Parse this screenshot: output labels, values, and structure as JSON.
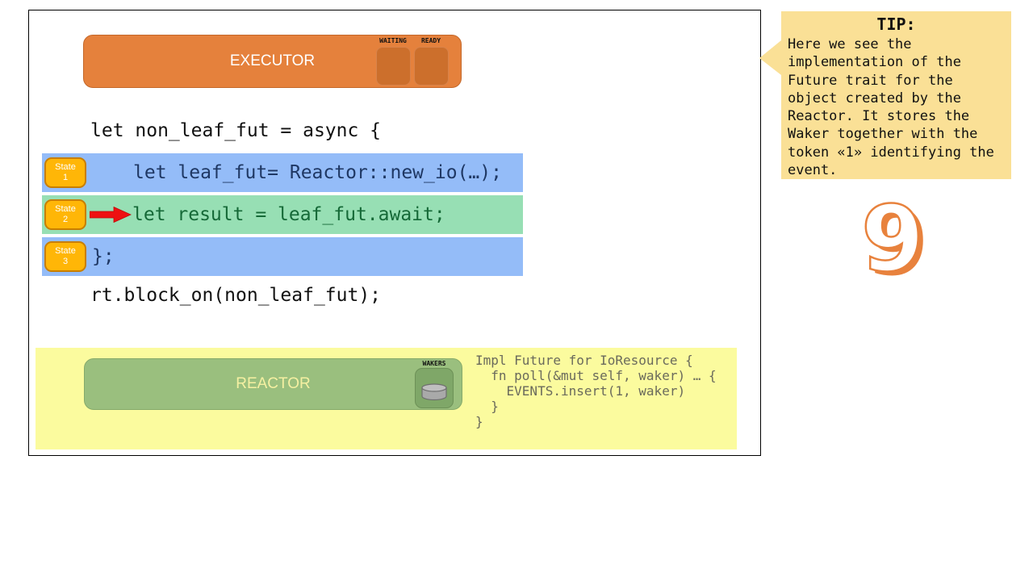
{
  "colors": {
    "executor_orange": "#e5813c",
    "executor_slot_orange": "#cc6f2c",
    "blue_row": "#94bcf8",
    "blue_code_text": "#1f3864",
    "green_row": "#97dfb4",
    "green_code_text": "#156937",
    "state_badge_bg": "#ffb607",
    "state_badge_border": "#c87e00",
    "reactor_area_yellow": "#fbfb9e",
    "reactor_green": "#9abf7e",
    "wakers_box_green": "#7fa768",
    "tip_bg": "#fae096",
    "arrow_red": "#ee1111",
    "number_orange": "#e8823d"
  },
  "executor": {
    "title": "EXECUTOR",
    "queues": [
      {
        "label": "WAITING"
      },
      {
        "label": "READY"
      }
    ]
  },
  "code": {
    "line_open": "let non_leaf_fut = async {",
    "states": [
      {
        "badge_line1": "State",
        "badge_line2": "1",
        "code": "let leaf_fut= Reactor::new_io(…);",
        "highlight": "blue",
        "arrow": false
      },
      {
        "badge_line1": "State",
        "badge_line2": "2",
        "code": "let result = leaf_fut.await;",
        "highlight": "green",
        "arrow": true
      },
      {
        "badge_line1": "State",
        "badge_line2": "3",
        "code": "};",
        "highlight": "blue",
        "arrow": false
      }
    ],
    "line_block_on": "rt.block_on(non_leaf_fut);"
  },
  "reactor": {
    "title": "REACTOR",
    "wakers_label": "WAKERS",
    "impl_code": "Impl Future for IoResource {\n  fn poll(&mut self, waker) … {\n    EVENTS.insert(1, waker)\n  }\n}"
  },
  "tip": {
    "title": "TIP:",
    "body": "Here we see the\nimplementation of the\nFuture trait for the\nobject created by the\nReactor. It stores the\nWaker together with the\ntoken «1» identifying the\nevent."
  },
  "slide_number": "9"
}
